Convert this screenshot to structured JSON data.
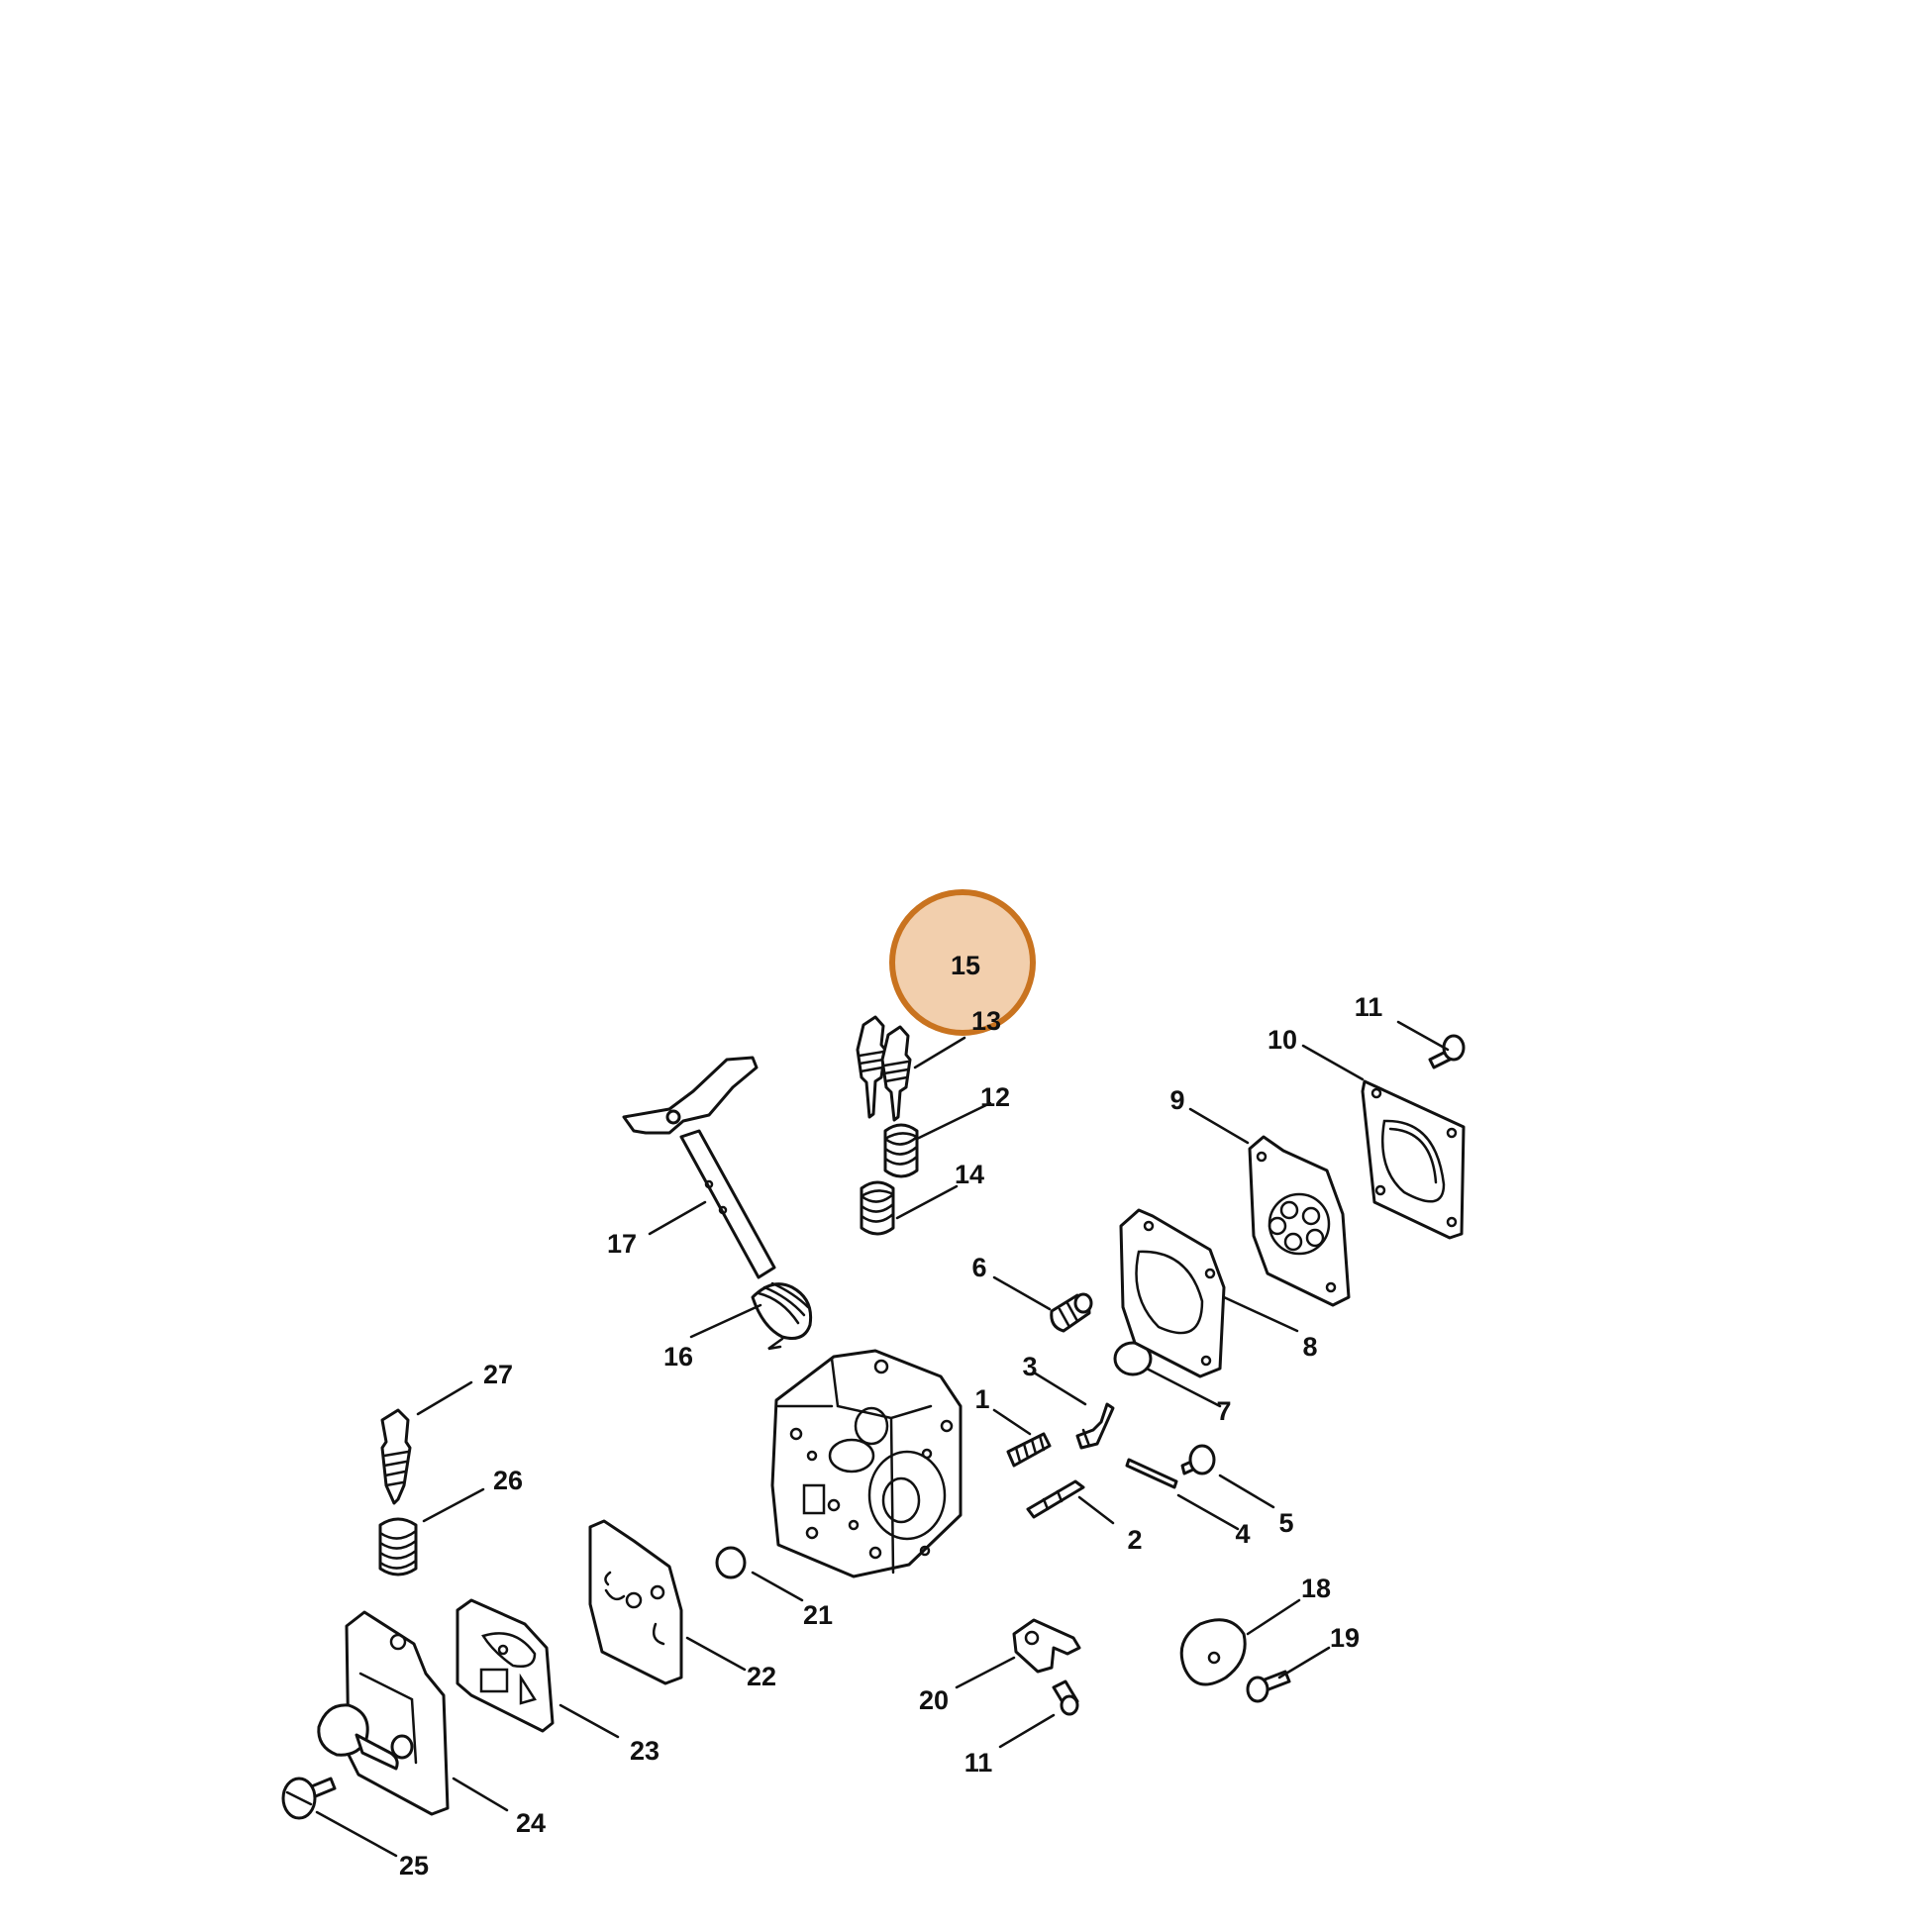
{
  "highlight": {
    "label": "15",
    "fill": "#e7a86a",
    "stroke": "#c9731f"
  },
  "callouts": {
    "c1": "1",
    "c2": "2",
    "c3": "3",
    "c4": "4",
    "c5": "5",
    "c6": "6",
    "c7": "7",
    "c8": "8",
    "c9": "9",
    "c10": "10",
    "c11a": "11",
    "c11b": "11",
    "c12": "12",
    "c13": "13",
    "c14": "14",
    "c15": "15",
    "c16": "16",
    "c17": "17",
    "c18": "18",
    "c19": "19",
    "c20": "20",
    "c21": "21",
    "c22": "22",
    "c23": "23",
    "c24": "24",
    "c25": "25",
    "c26": "26",
    "c27": "27"
  },
  "icons": {
    "parts": "carburetor-exploded-view"
  }
}
